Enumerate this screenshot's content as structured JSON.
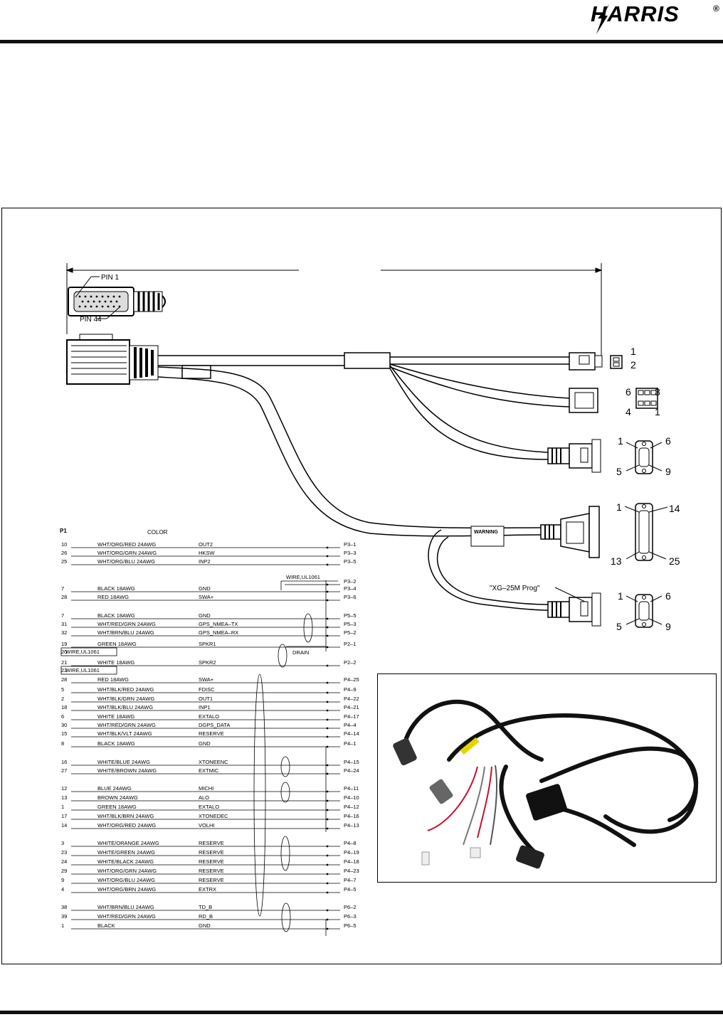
{
  "brand": {
    "name": "HARRIS",
    "registered": "®"
  },
  "connector_labels": {
    "p1_pin1": "PIN 1",
    "p1_pin44": "PIN 44",
    "p2_pins": [
      "1",
      "2"
    ],
    "p3_pins": [
      "6",
      "3",
      "4",
      "1"
    ],
    "p5_pins": [
      "1",
      "6",
      "5",
      "9"
    ],
    "p4_pins": [
      "1",
      "14",
      "13",
      "25"
    ],
    "p6_pins": [
      "1",
      "6",
      "5",
      "9"
    ],
    "warning_label": "WARNING",
    "prog_label": "\"XG–25M Prog\""
  },
  "schematic": {
    "header_p1": "P1",
    "header_color": "COLOR",
    "wire_ul1061": "WIRE,UL1061",
    "drain": "DRAIN",
    "rows": [
      {
        "pin": "10",
        "color": "WHT/ORG/RED  24AWG",
        "signal": "OUT2",
        "dest": "P3–1"
      },
      {
        "pin": "26",
        "color": "WHT/ORG/GRN  24AWG",
        "signal": "HKSW",
        "dest": "P3–3"
      },
      {
        "pin": "25",
        "color": "WHT/ORG/BLU  24AWG",
        "signal": "INP2",
        "dest": "P3–5"
      },
      {
        "pin": "",
        "color": "",
        "signal": "",
        "dest": "P3–2"
      },
      {
        "pin": "7",
        "color": "BLACK  18AWG",
        "signal": "GND",
        "dest": "P3–4"
      },
      {
        "pin": "28",
        "color": "RED  18AWG",
        "signal": "SWA+",
        "dest": "P3–6"
      },
      {
        "pin": "7",
        "color": "BLACK  18AWG",
        "signal": "GND",
        "dest": "P5–5"
      },
      {
        "pin": "31",
        "color": "WHT/RED/GRN  24AWG",
        "signal": "GPS_NMEA–TX",
        "dest": "P5–3"
      },
      {
        "pin": "32",
        "color": "WHT/BRN/BLU  24AWG",
        "signal": "GPS_NMEA–RX",
        "dest": "P5–2"
      },
      {
        "pin": "19",
        "color": "GREEN  18AWG",
        "signal": "SPKR1",
        "dest": "P2–1"
      },
      {
        "pin": "20",
        "color": "WIRE,UL1061",
        "signal": "",
        "dest": ""
      },
      {
        "pin": "21",
        "color": "WHITE  18AWG",
        "signal": "SPKR2",
        "dest": "P2–2"
      },
      {
        "pin": "22",
        "color": "WIRE,UL1061",
        "signal": "",
        "dest": ""
      },
      {
        "pin": "28",
        "color": "RED  18AWG",
        "signal": "SWA+",
        "dest": "P4–25"
      },
      {
        "pin": "5",
        "color": "WHT/BLK/RED  24AWG",
        "signal": "FDISC",
        "dest": "P4–9"
      },
      {
        "pin": "2",
        "color": "WHT/BLK/GRN  24AWG",
        "signal": "OUT1",
        "dest": "P4–22"
      },
      {
        "pin": "18",
        "color": "WHT/BLK/BLU  24AWG",
        "signal": "INP1",
        "dest": "P4–21"
      },
      {
        "pin": "6",
        "color": "WHITE  18AWG",
        "signal": "EXTALO",
        "dest": "P4–17"
      },
      {
        "pin": "30",
        "color": "WHT/RED/GRN  24AWG",
        "signal": "DGPS_DATA",
        "dest": "P4–4"
      },
      {
        "pin": "15",
        "color": "WHT/BLK/VLT  24AWG",
        "signal": "RESERVE",
        "dest": "P4–14"
      },
      {
        "pin": "8",
        "color": "BLACK  18AWG",
        "signal": "GND",
        "dest": "P4–1"
      },
      {
        "pin": "16",
        "color": "WHITE/BLUE  24AWG",
        "signal": "XTONEENC",
        "dest": "P4–15"
      },
      {
        "pin": "27",
        "color": "WHITE/BROWN  24AWG",
        "signal": "EXTMIC",
        "dest": "P4–24"
      },
      {
        "pin": "12",
        "color": "BLUE  24AWG",
        "signal": "MICHI",
        "dest": "P4–11"
      },
      {
        "pin": "13",
        "color": "BROWN  24AWG",
        "signal": "ALO",
        "dest": "P4–10"
      },
      {
        "pin": "1",
        "color": "GREEN  18AWG",
        "signal": "EXTALO",
        "dest": "P4–12"
      },
      {
        "pin": "17",
        "color": "WHT/BLK/BRN  24AWG",
        "signal": "XTONEDEC",
        "dest": "P4–16"
      },
      {
        "pin": "14",
        "color": "WHT/ORG/RED  24AWG",
        "signal": "VOLHI",
        "dest": "P4–13"
      },
      {
        "pin": "3",
        "color": "WHITE/ORANGE  24AWG",
        "signal": "RESERVE",
        "dest": "P4–8"
      },
      {
        "pin": "23",
        "color": "WHITE/GREEN  24AWG",
        "signal": "RESERVE",
        "dest": "P4–19"
      },
      {
        "pin": "24",
        "color": "WHITE/BLACK  24AWG",
        "signal": "RESERVE",
        "dest": "P4–18"
      },
      {
        "pin": "29",
        "color": "WHT/ORG/GRN  24AWG",
        "signal": "RESERVE",
        "dest": "P4–23"
      },
      {
        "pin": "9",
        "color": "WHT/ORG/BLU  24AWG",
        "signal": "RESERVE",
        "dest": "P4–7"
      },
      {
        "pin": "4",
        "color": "WHT/ORG/BRN  24AWG",
        "signal": "EXTRX",
        "dest": "P4–5"
      },
      {
        "pin": "38",
        "color": "WHT/BRN/BLU  24AWG",
        "signal": "TD_B",
        "dest": "P6–2"
      },
      {
        "pin": "39",
        "color": "WHT/RED/GRN  24AWG",
        "signal": "RD_B",
        "dest": "P6–3"
      },
      {
        "pin": "1",
        "color": "BLACK",
        "signal": "GND",
        "dest": "P6–5"
      }
    ]
  },
  "colors": {
    "cable_red": "#c8102e",
    "cable_yellow": "#e6d200",
    "cable_black": "#111111"
  }
}
